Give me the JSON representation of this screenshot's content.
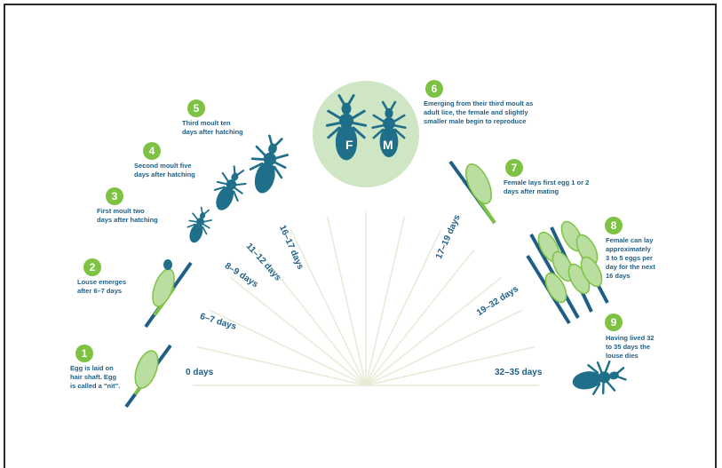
{
  "colors": {
    "accent_green": "#7dc243",
    "louse_blue": "#1f6f8b",
    "text_blue": "#1f5f86",
    "egg_green": "#b9dea0",
    "ray": "#e6ebd6",
    "adult_circle": "#cfe6c4"
  },
  "stages": [
    {
      "number": "1",
      "text": "Egg is laid on\nhair shaft. Egg\nis called a \"nit\"."
    },
    {
      "number": "2",
      "text": "Louse emerges\nafter 6–7 days"
    },
    {
      "number": "3",
      "text": "First moult two\ndays after hatching"
    },
    {
      "number": "4",
      "text": "Second moult five\ndays after hatching"
    },
    {
      "number": "5",
      "text": "Third moult ten\ndays after hatching"
    },
    {
      "number": "6",
      "text": "Emerging from their third moult as\nadult lice, the female and slightly\nsmaller male begin to reproduce"
    },
    {
      "number": "7",
      "text": "Female lays first egg 1 or 2\ndays after mating"
    },
    {
      "number": "8",
      "text": "Female can lay\napproximately\n3 to 5 eggs per\nday for the next\n16 days"
    },
    {
      "number": "9",
      "text": "Having lived 32\nto 35 days the\nlouse dies"
    }
  ],
  "day_labels": [
    "0 days",
    "6–7 days",
    "8–9 days",
    "11–12 days",
    "16–17 days",
    "17–19 days",
    "19–32 days",
    "32–35 days"
  ],
  "adult_labels": {
    "female": "F",
    "male": "M"
  }
}
